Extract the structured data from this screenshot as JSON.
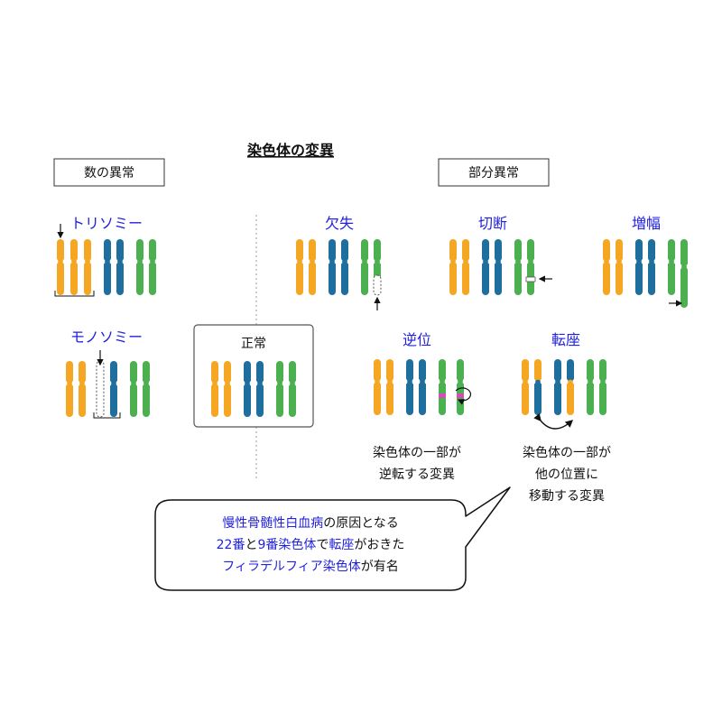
{
  "title": "染色体の変異",
  "numeric_abnormality": {
    "box_label": "数の異常",
    "trisomy": "トリソミー",
    "monosomy": "モノソミー"
  },
  "normal": {
    "label": "正常"
  },
  "partial_abnormality": {
    "box_label": "部分異常",
    "deletion": "欠失",
    "breakage": "切断",
    "amplification": "増幅",
    "inversion": "逆位",
    "translocation": "転座",
    "inversion_desc": [
      "染色体の一部が",
      "逆転する変異"
    ],
    "translocation_desc": [
      "染色体の一部が",
      "他の位置に",
      "移動する変異"
    ]
  },
  "callout": {
    "line1_blue": "慢性骨髄性白血病",
    "line1_black": "の原因となる",
    "line2_blue_a": "22番",
    "line2_black_a": "と",
    "line2_blue_b": "9番染色体",
    "line2_black_b": "で",
    "line2_blue_c": "転座",
    "line2_black_c": "がおきた",
    "line3_blue": "フィラデルフィア染色体",
    "line3_black": "が有名"
  },
  "colors": {
    "orange": "#f5a623",
    "blue": "#1f6f9e",
    "green": "#4caf50",
    "magenta": "#d64bb8",
    "label_blue": "#2222dd"
  }
}
